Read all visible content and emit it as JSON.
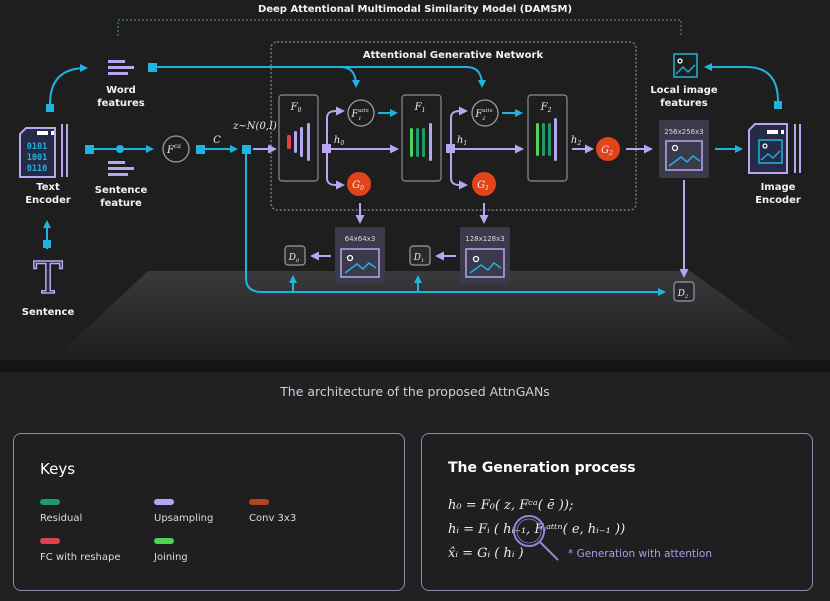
{
  "diagram": {
    "damsm_title": "Deep Attentional Multimodal Similarity Model (DAMSM)",
    "agn_title": "Attentional Generative Network",
    "text_encoder": [
      "Text",
      "Encoder"
    ],
    "image_encoder": [
      "Image",
      "Encoder"
    ],
    "word_features": [
      "Word",
      "features"
    ],
    "sentence_feature": [
      "Sentence",
      "feature"
    ],
    "sentence": "Sentence",
    "local_image_features": [
      "Local image",
      "features"
    ],
    "fca": "F",
    "fca_sup": "ca",
    "c_label": "C",
    "noise_label": "z~N(0,I)",
    "f_blocks": [
      {
        "name": "F",
        "sub": "0"
      },
      {
        "name": "F",
        "sub": "1"
      },
      {
        "name": "F",
        "sub": "2"
      }
    ],
    "attn_nodes": [
      {
        "name": "F",
        "sub": "1",
        "sup": "attn"
      },
      {
        "name": "F",
        "sub": "2",
        "sup": "attn"
      }
    ],
    "hidden": [
      {
        "name": "h",
        "sub": "0"
      },
      {
        "name": "h",
        "sub": "1"
      },
      {
        "name": "h",
        "sub": "2"
      }
    ],
    "generators": [
      {
        "name": "G",
        "sub": "0"
      },
      {
        "name": "G",
        "sub": "1"
      },
      {
        "name": "G",
        "sub": "2"
      }
    ],
    "images": [
      "64x64x3",
      "128x128x3",
      "256x256x3"
    ],
    "discriminators": [
      {
        "name": "D",
        "sub": "0"
      },
      {
        "name": "D",
        "sub": "1"
      },
      {
        "name": "D",
        "sub": "2"
      }
    ],
    "text_encoder_code": [
      "0101",
      "1001",
      "0110"
    ],
    "colors": {
      "cyan": "#1fb3e0",
      "lavender": "#b9a6f0",
      "orange": "#e1431b",
      "residual": "#1f9a6a",
      "upsampling": "#b3a8f2",
      "conv": "#b5431c",
      "fc": "#e0404a",
      "joining": "#4fd45a"
    }
  },
  "caption": "The architecture of the proposed AttnGANs",
  "keys": {
    "title": "Keys",
    "items": [
      {
        "label": "Residual",
        "color": "#1f9a6a"
      },
      {
        "label": "Upsampling",
        "color": "#b3a8f2"
      },
      {
        "label": "Conv 3x3",
        "color": "#b5431c"
      },
      {
        "label": "FC with reshape",
        "color": "#e0404a"
      },
      {
        "label": "Joining",
        "color": "#4fd45a"
      }
    ]
  },
  "generation": {
    "title": "The Generation process",
    "equations": [
      "h₀ =  F₀( z, Fᶜᵃ( ē ));",
      "hᵢ =  Fᵢ ( hᵢ₋₁, Fᵢᵃᵗᵗⁿ( e, hᵢ₋₁ ))",
      "x̂ᵢ =  Gᵢ ( hᵢ )"
    ],
    "note": "* Generation with attention"
  }
}
